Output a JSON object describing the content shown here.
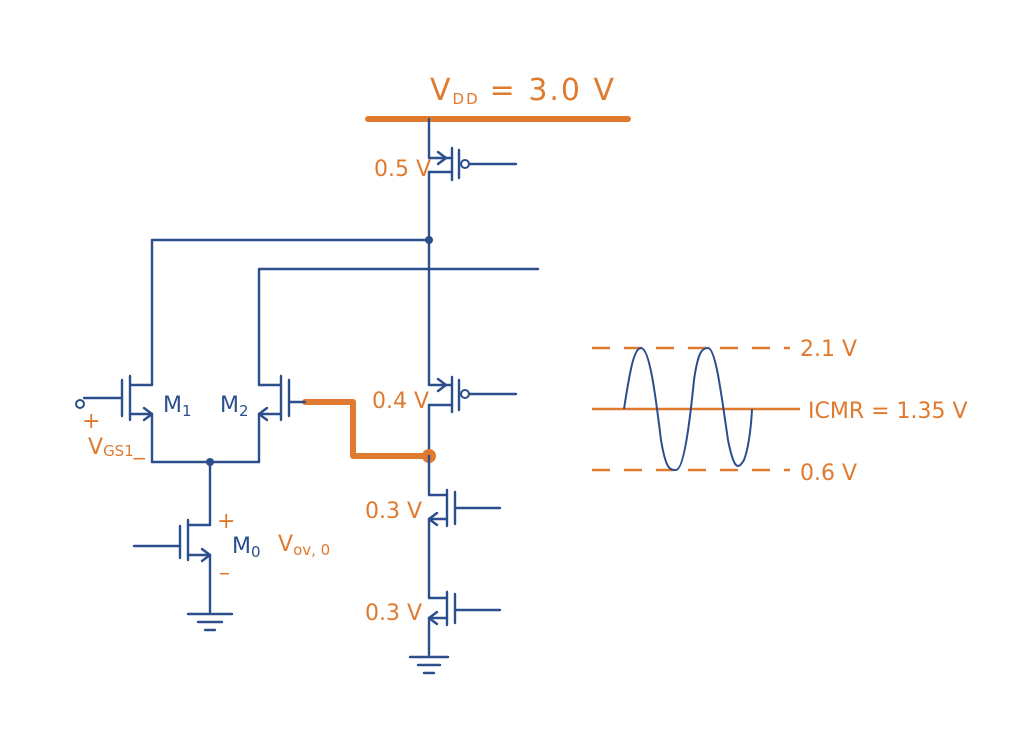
{
  "colors": {
    "wire": "#2b4e8c",
    "annotation": "#e07a2e"
  },
  "labels": {
    "vdd_main": "V",
    "vdd_sub": "DD",
    "vdd_value": "= 3.0 V",
    "v_top_pmos": "0.5 V",
    "v_mid_pmos": "0.4 V",
    "v_nmos_upper": "0.3 V",
    "v_nmos_lower": "0.3 V",
    "m1": "M",
    "m1_sub": "1",
    "m2": "M",
    "m2_sub": "2",
    "m0": "M",
    "m0_sub": "0",
    "vgs_plus": "+",
    "vgs_main": "V",
    "vgs_sub": "GS1",
    "vgs_minus": "_",
    "vov_plus": "+",
    "vov_main": "V",
    "vov_sub": "ov, 0",
    "vov_minus": "–",
    "wave_top": "2.1 V",
    "wave_mid": "ICMR = 1.35 V",
    "wave_bottom": "0.6 V"
  }
}
